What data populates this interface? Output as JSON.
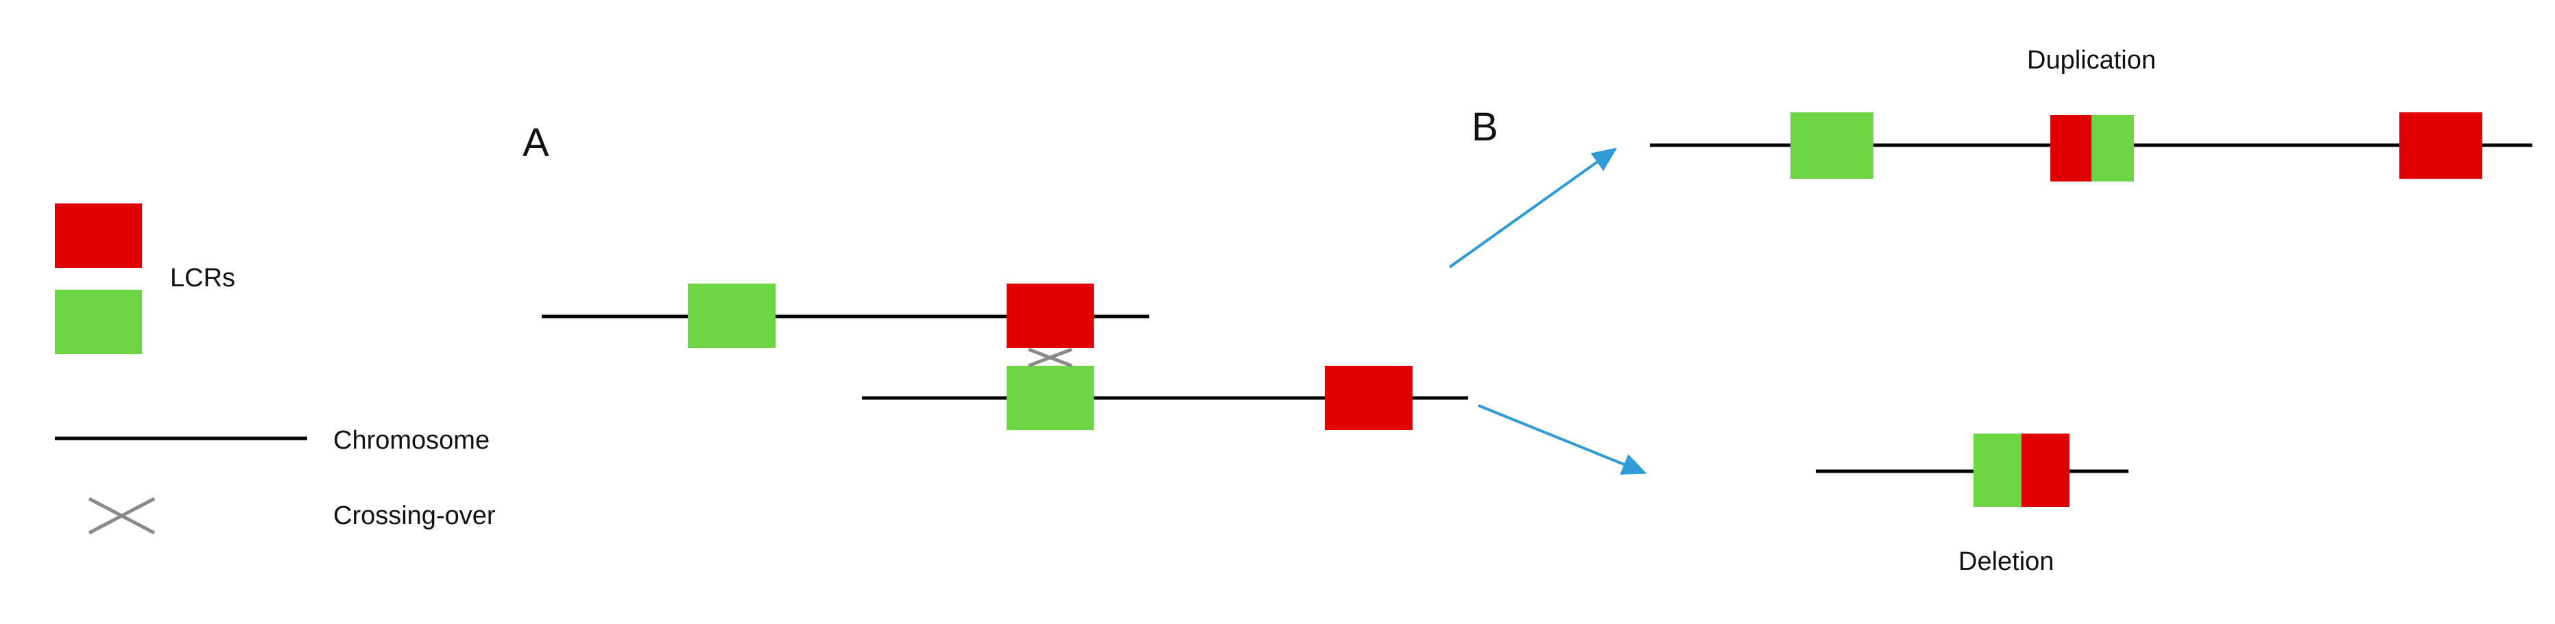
{
  "legend": {
    "lcr_label": "LCRs",
    "chromosome_label": "Chromosome",
    "crossing_over_label": "Crossing-over"
  },
  "panels": {
    "a_label": "A",
    "b_label": "B"
  },
  "outcomes": {
    "duplication_label": "Duplication",
    "deletion_label": "Deletion"
  },
  "colors": {
    "lcr_red": "#e00000",
    "lcr_green": "#6dd443",
    "arrow_blue": "#2e9ad6",
    "cross_gray": "#8a8a8a",
    "chromosome_black": "#000000"
  }
}
